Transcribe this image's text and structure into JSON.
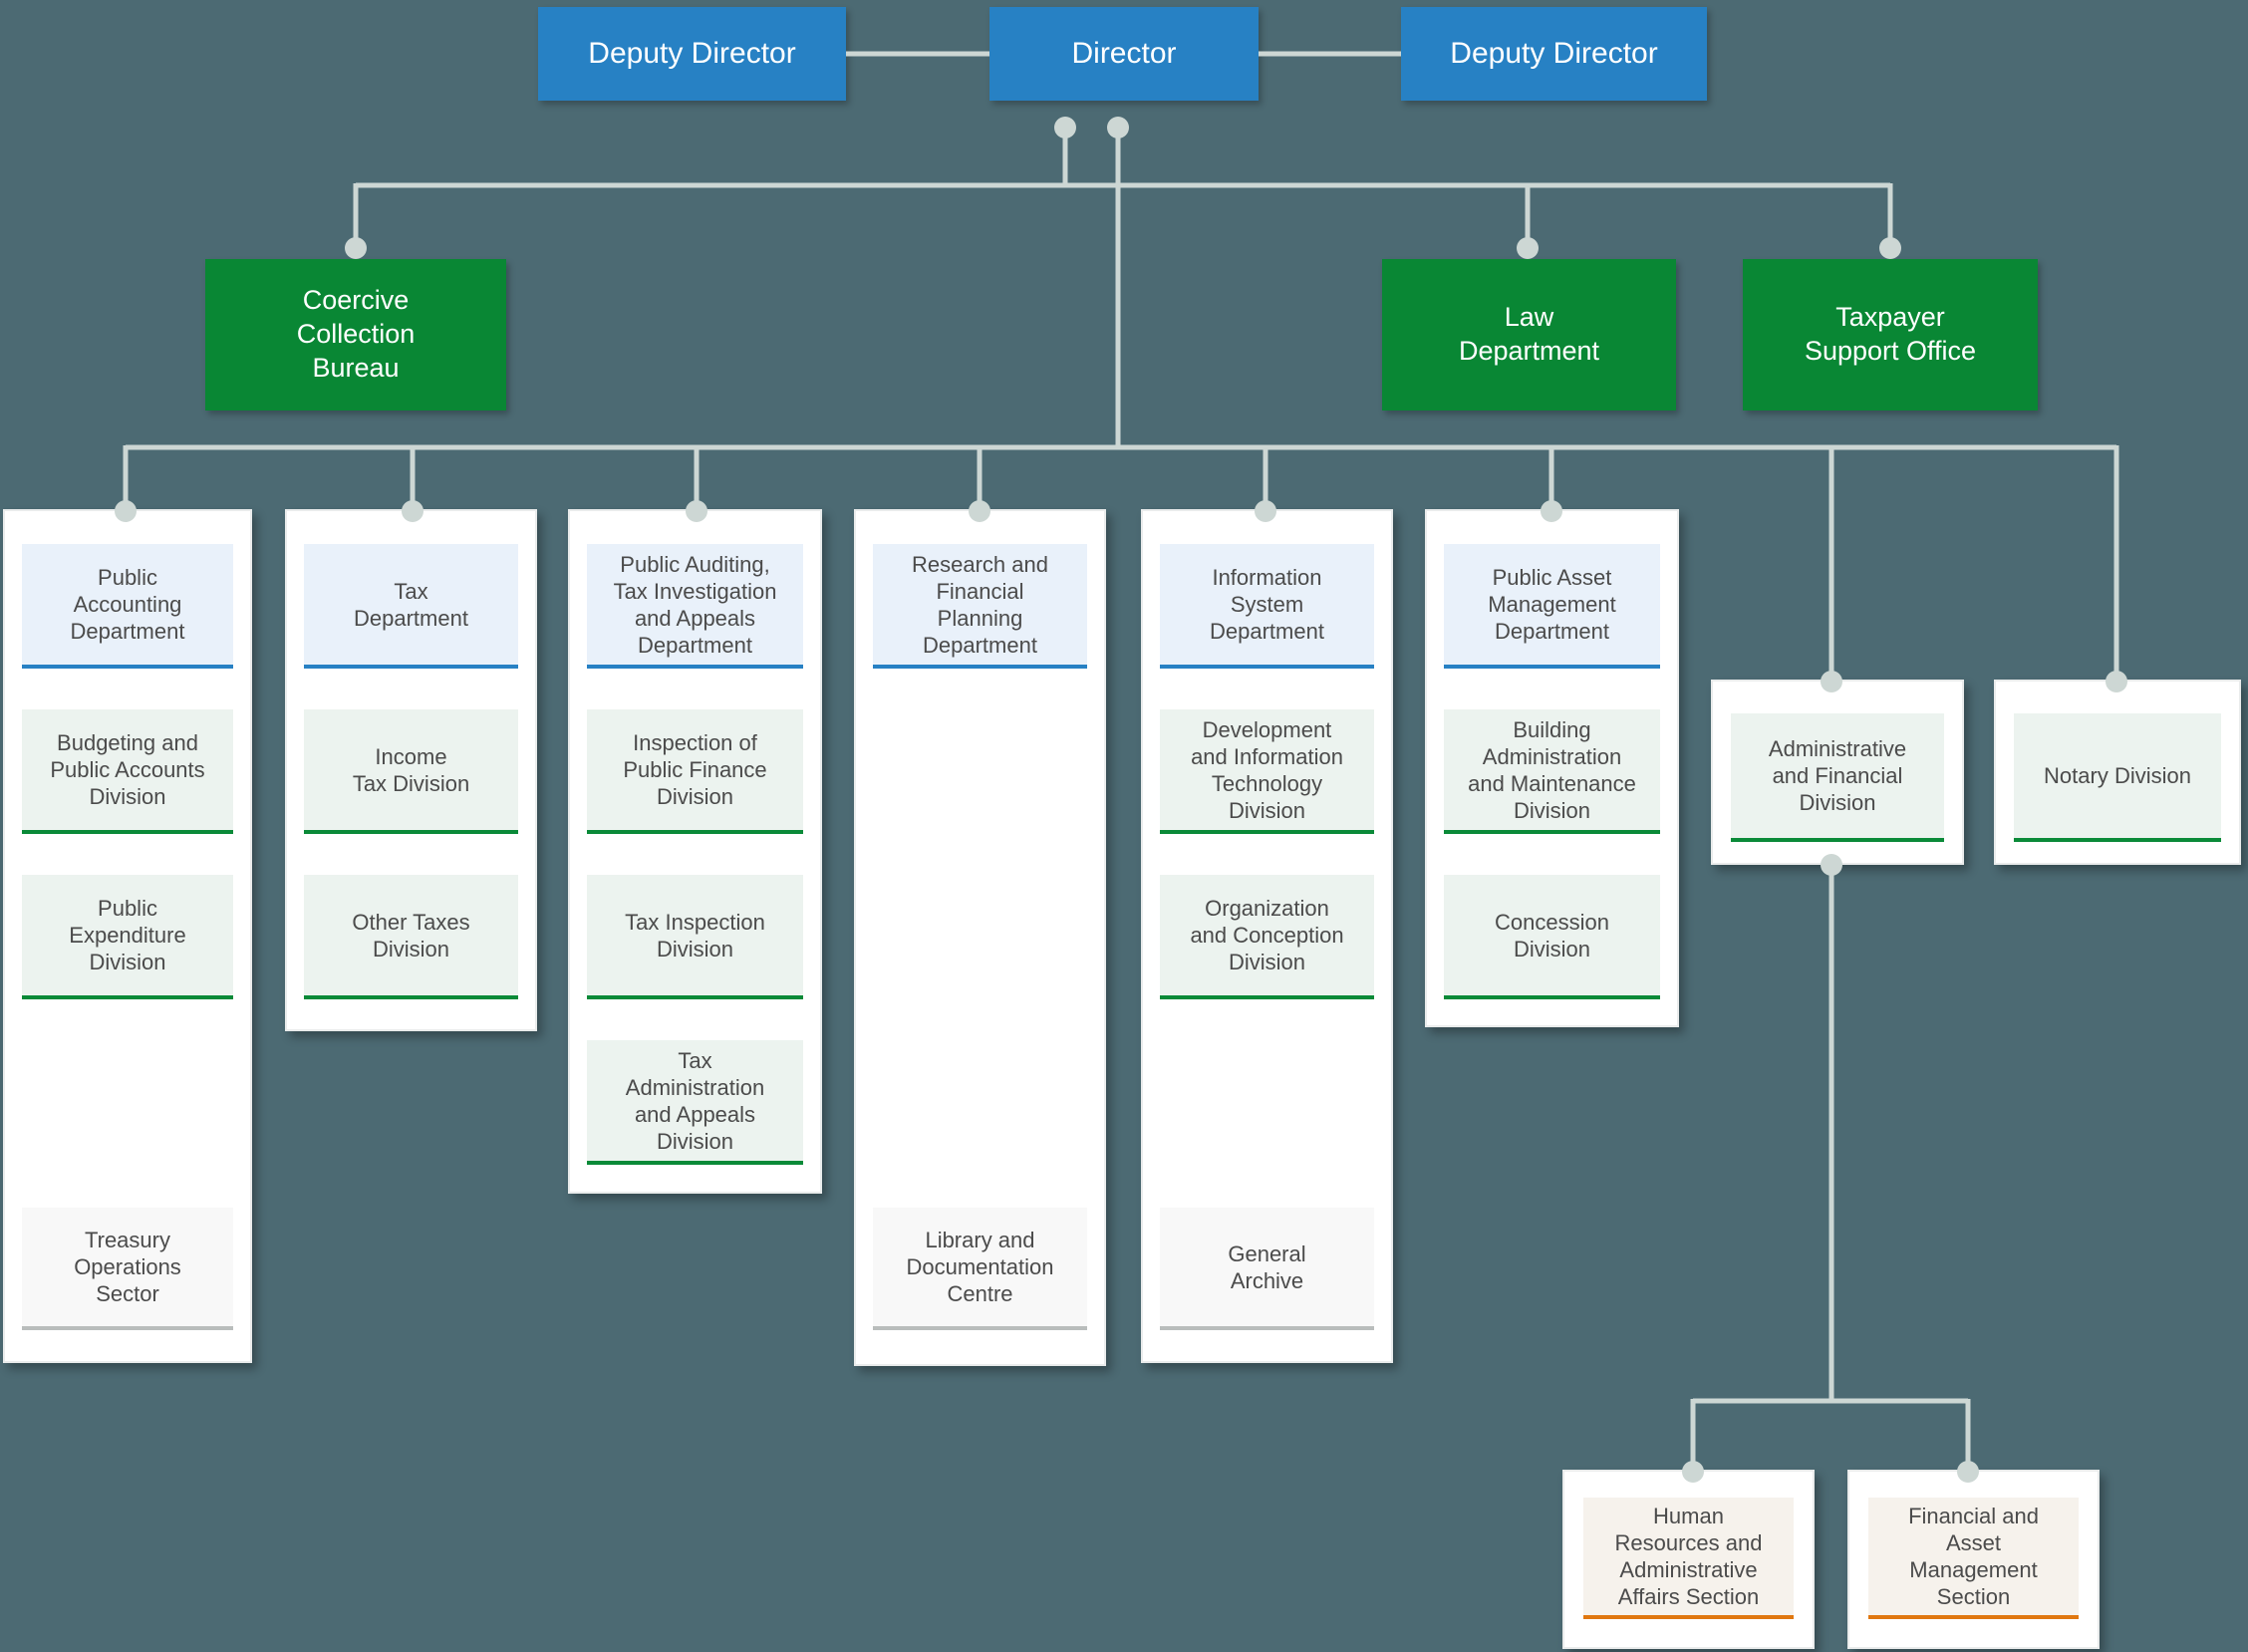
{
  "colors": {
    "background": "#4c6a73",
    "connector": "#cdd7d4",
    "executive_blue": "#2781c4",
    "bureau_green": "#098734",
    "header_accent": "#2781c4",
    "division_accent": "#0a8a38",
    "sector_accent": "#b9bdbc",
    "section_accent": "#e0770f"
  },
  "executives": {
    "deputy_left": "Deputy Director",
    "director": "Director",
    "deputy_right": "Deputy Director"
  },
  "bureaus": {
    "coercive": [
      "Coercive",
      "Collection",
      "Bureau"
    ],
    "law": [
      "Law",
      "Department"
    ],
    "taxpayer": [
      "Taxpayer",
      "Support Office"
    ]
  },
  "departments": [
    {
      "header": [
        "Public",
        "Accounting",
        "Department"
      ],
      "divisions": [
        [
          "Budgeting and",
          "Public Accounts",
          "Division"
        ],
        [
          "Public",
          "Expenditure",
          "Division"
        ]
      ],
      "sector": [
        "Treasury",
        "Operations",
        "Sector"
      ]
    },
    {
      "header": [
        "Tax",
        "Department"
      ],
      "divisions": [
        [
          "Income",
          "Tax Division"
        ],
        [
          "Other Taxes",
          "Division"
        ]
      ]
    },
    {
      "header": [
        "Public Auditing,",
        "Tax Investigation",
        "and Appeals",
        "Department"
      ],
      "divisions": [
        [
          "Inspection of",
          "Public Finance",
          "Division"
        ],
        [
          "Tax Inspection",
          "Division"
        ],
        [
          "Tax",
          "Administration",
          "and Appeals",
          "Division"
        ]
      ]
    },
    {
      "header": [
        "Research and",
        "Financial",
        "Planning",
        "Department"
      ],
      "sector": [
        "Library and",
        "Documentation",
        "Centre"
      ]
    },
    {
      "header": [
        "Information",
        "System",
        "Department"
      ],
      "divisions": [
        [
          "Development",
          "and Information",
          "Technology",
          "Division"
        ],
        [
          "Organization",
          "and Conception",
          "Division"
        ]
      ],
      "sector": [
        "General",
        "Archive"
      ]
    },
    {
      "header": [
        "Public Asset",
        "Management",
        "Department"
      ],
      "divisions": [
        [
          "Building",
          "Administration",
          "and Maintenance",
          "Division"
        ],
        [
          "Concession",
          "Division"
        ]
      ]
    }
  ],
  "support_units": {
    "admin_financial": [
      "Administrative",
      "and Financial",
      "Division"
    ],
    "notary": [
      "Notary Division"
    ]
  },
  "sections": {
    "hr": [
      "Human",
      "Resources and",
      "Administrative",
      "Affairs Section"
    ],
    "financial_asset": [
      "Financial and",
      "Asset",
      "Management",
      "Section"
    ]
  }
}
